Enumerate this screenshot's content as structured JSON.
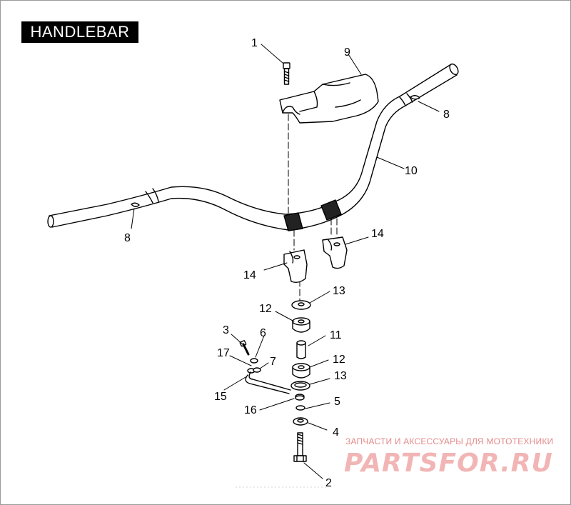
{
  "title": "HANDLEBAR",
  "callouts": {
    "c1": "1",
    "c9": "9",
    "c8a": "8",
    "c8b": "8",
    "c10": "10",
    "c14a": "14",
    "c14b": "14",
    "c13a": "13",
    "c12a": "12",
    "c11": "11",
    "c3": "3",
    "c6": "6",
    "c17": "17",
    "c7": "7",
    "c12b": "12",
    "c13b": "13",
    "c15": "15",
    "c5": "5",
    "c16": "16",
    "c4": "4",
    "c2": "2"
  },
  "watermark": {
    "subtitle": "ЗАПЧАСТИ И АКСЕССУАРЫ ДЛЯ МОТОТЕХНИКИ",
    "logo": "PARTSFOR.RU"
  }
}
